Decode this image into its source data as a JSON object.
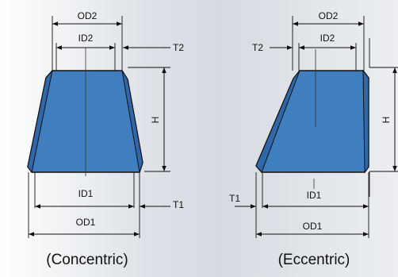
{
  "concentric": {
    "caption": "(Concentric)",
    "od2": "OD2",
    "id2": "ID2",
    "t2": "T2",
    "h": "H",
    "id1": "ID1",
    "od1": "OD1",
    "t1": "T1"
  },
  "eccentric": {
    "caption": "(Eccentric)",
    "od2": "OD2",
    "id2": "ID2",
    "t2": "T2",
    "h": "H",
    "id1": "ID1",
    "od1": "OD1",
    "t1": "T1"
  },
  "colors": {
    "body_fill": "#3f7fc0",
    "body_shade": "#2f67a8",
    "stroke": "#111111",
    "bg_mid": "#d6dbe1"
  }
}
